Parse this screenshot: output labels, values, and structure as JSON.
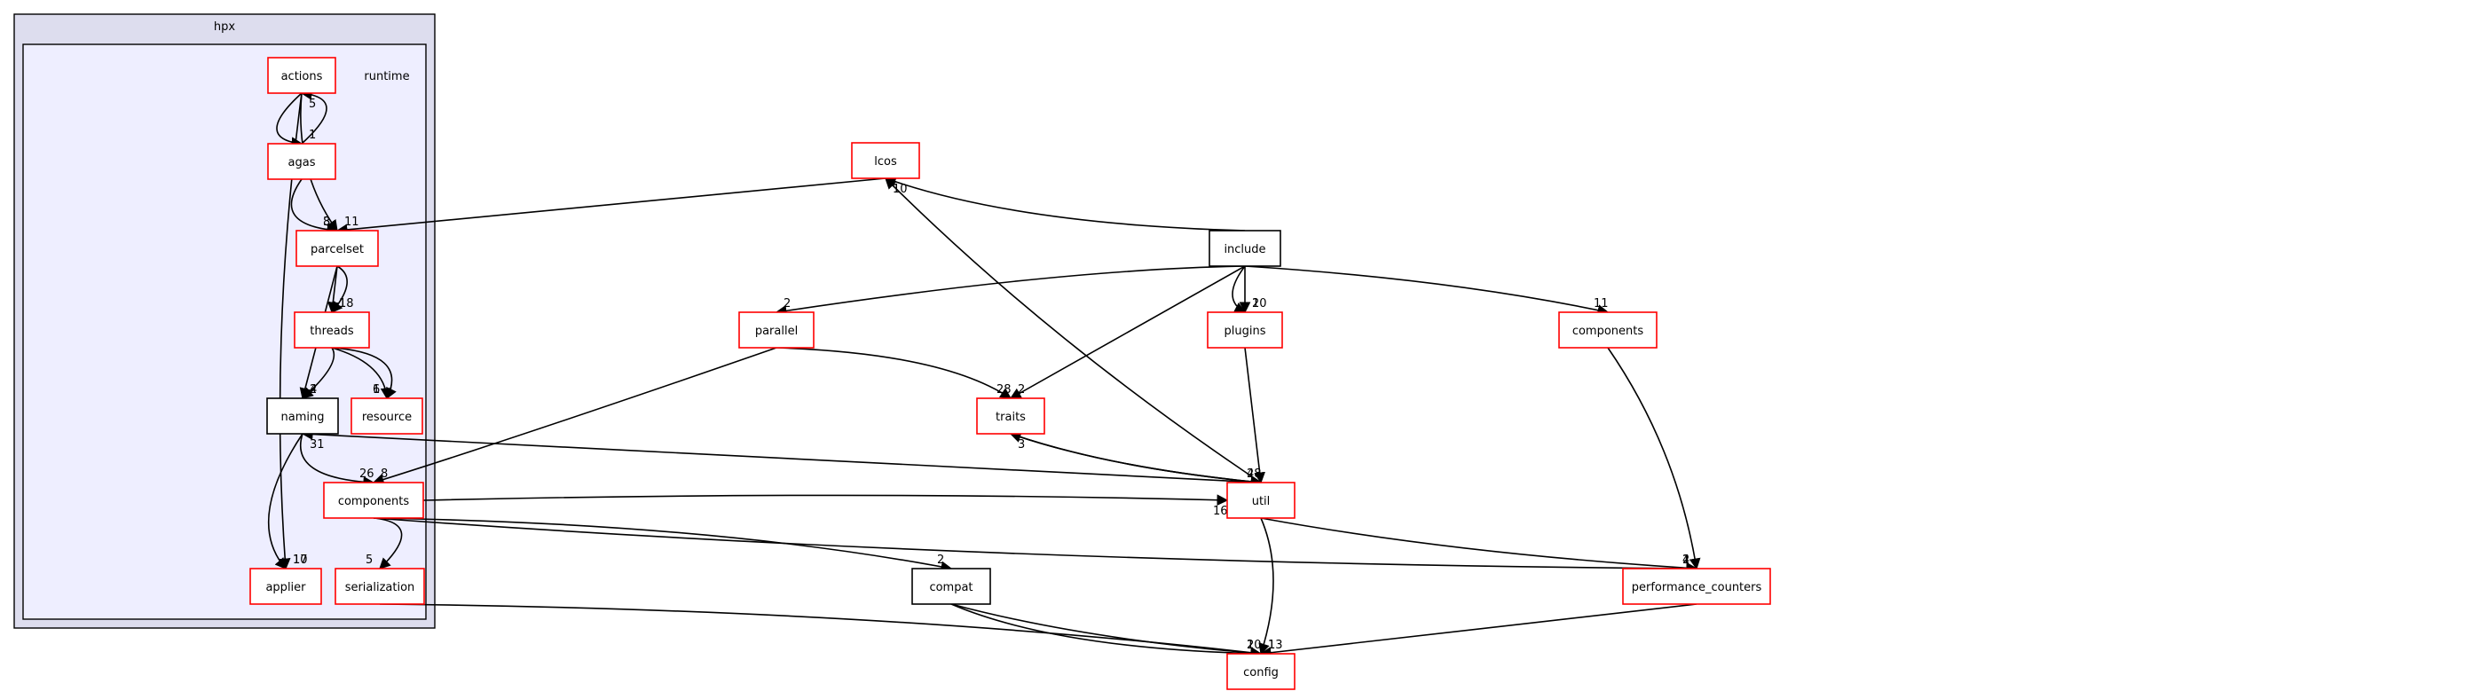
{
  "clusters": {
    "outer_label": "hpx",
    "inner_label": "runtime"
  },
  "nodes": [
    {
      "id": "actions",
      "label": "actions",
      "border": "red"
    },
    {
      "id": "agas",
      "label": "agas",
      "border": "red"
    },
    {
      "id": "parcelset",
      "label": "parcelset",
      "border": "red"
    },
    {
      "id": "threads",
      "label": "threads",
      "border": "red"
    },
    {
      "id": "naming",
      "label": "naming",
      "border": "black"
    },
    {
      "id": "resource",
      "label": "resource",
      "border": "red"
    },
    {
      "id": "components_rt",
      "label": "components",
      "border": "red"
    },
    {
      "id": "applier",
      "label": "applier",
      "border": "red"
    },
    {
      "id": "serialization",
      "label": "serialization",
      "border": "red"
    },
    {
      "id": "lcos",
      "label": "lcos",
      "border": "red"
    },
    {
      "id": "include",
      "label": "include",
      "border": "black"
    },
    {
      "id": "parallel",
      "label": "parallel",
      "border": "red"
    },
    {
      "id": "plugins",
      "label": "plugins",
      "border": "red"
    },
    {
      "id": "components_top",
      "label": "components",
      "border": "red"
    },
    {
      "id": "traits",
      "label": "traits",
      "border": "red"
    },
    {
      "id": "util",
      "label": "util",
      "border": "red"
    },
    {
      "id": "compat",
      "label": "compat",
      "border": "black"
    },
    {
      "id": "performance_counters",
      "label": "performance_counters",
      "border": "red"
    },
    {
      "id": "config",
      "label": "config",
      "border": "red"
    }
  ],
  "edges": [
    {
      "from": "include",
      "to": "lcos",
      "label": "1"
    },
    {
      "from": "include",
      "to": "plugins",
      "label": "2"
    },
    {
      "from": "include",
      "to": "plugins",
      "label": "10"
    },
    {
      "from": "include",
      "to": "components_top",
      "label": "11"
    },
    {
      "from": "include",
      "to": "parallel",
      "label": "2"
    },
    {
      "from": "agas",
      "to": "parcelset",
      "label": "8"
    },
    {
      "from": "actions",
      "to": "parcelset",
      "label": "3"
    },
    {
      "from": "parcelset",
      "to": "threads",
      "label": "1"
    },
    {
      "from": "parcelset",
      "to": "threads",
      "label": "18"
    },
    {
      "from": "agas",
      "to": "actions",
      "label": "5"
    },
    {
      "from": "actions",
      "to": "agas",
      "label": "1"
    },
    {
      "from": "actions",
      "to": "applier",
      "label": "10"
    },
    {
      "from": "parcelset",
      "to": "naming",
      "label": "4"
    },
    {
      "from": "threads",
      "to": "naming",
      "label": "2"
    },
    {
      "from": "parallel",
      "to": "traits",
      "label": "28"
    },
    {
      "from": "parallel",
      "to": "components_rt",
      "label": "8"
    },
    {
      "from": "traits",
      "to": "util",
      "label": "4"
    },
    {
      "from": "plugins",
      "to": "util",
      "label": "28"
    },
    {
      "from": "util",
      "to": "config",
      "label": "13"
    },
    {
      "from": "serialization",
      "to": "config",
      "label": "2"
    },
    {
      "from": "compat",
      "to": "config",
      "label": "10"
    },
    {
      "from": "compat",
      "to": "config",
      "label": "2"
    },
    {
      "from": "performance_counters",
      "to": "config",
      "label": "1"
    },
    {
      "from": "components_top",
      "to": "performance_counters",
      "label": "4"
    },
    {
      "from": "components_rt",
      "to": "compat",
      "label": "2"
    },
    {
      "from": "naming",
      "to": "applier",
      "label": "17"
    },
    {
      "from": "util",
      "to": "traits",
      "label": "3"
    },
    {
      "from": "include",
      "to": "traits",
      "label": "2"
    },
    {
      "from": "components_rt",
      "to": "util",
      "label": "16"
    },
    {
      "from": "components_rt",
      "to": "serialization",
      "label": "5"
    },
    {
      "from": "components_rt",
      "to": "performance_counters",
      "label": "2"
    },
    {
      "from": "util",
      "to": "lcos",
      "label": "10"
    },
    {
      "from": "lcos",
      "to": "parcelset",
      "label": "11"
    },
    {
      "from": "threads",
      "to": "resource",
      "label": "6"
    },
    {
      "from": "threads",
      "to": "resource",
      "label": "1"
    },
    {
      "from": "naming",
      "to": "components_rt",
      "label": "26"
    },
    {
      "from": "util",
      "to": "performance_counters",
      "label": "1"
    },
    {
      "from": "util",
      "to": "naming",
      "label": "31"
    }
  ]
}
